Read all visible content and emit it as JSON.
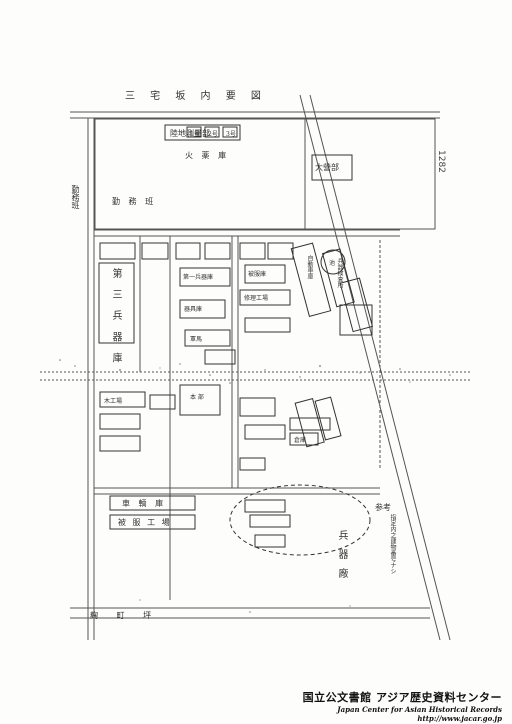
{
  "document": {
    "page_number": "1282",
    "title_left": "三 宅 坂 内 要 図",
    "road_bottom": "麹 町 坪",
    "note_label": "参考",
    "note_text": "指定内之建物番号ナシ"
  },
  "buildings": {
    "top_center": "陸地測量部",
    "top_box_1": "1号",
    "top_box_2": "2号",
    "top_box_3": "3号",
    "under_top": "火 薬 庫",
    "right_top": "大營部",
    "left_block": "第 三 兵 器 庫",
    "mid_1": "第一兵器庫",
    "mid_2": "被服庫",
    "mid_3": "器具庫",
    "mid_4": "修理工場",
    "mid_5": "軍馬",
    "mid_6": "本 部",
    "lower_1": "木工場",
    "lower_2": "車 輌 庫",
    "lower_3": "被 服 工 場",
    "right_mid_1": "自動車庫",
    "right_mid_2": "兵器検査所",
    "right_lower": "倉庫",
    "circle_label": "池",
    "oval_label": "兵 器 廠",
    "left_side_label": "勤務班",
    "upper_label": "勤 務 班"
  },
  "stamp": {
    "line1": "国立公文書館 アジア歴史資料センター",
    "line2": "Japan Center for Asian Historical Records",
    "line3": "http://www.jacar.go.jp"
  }
}
